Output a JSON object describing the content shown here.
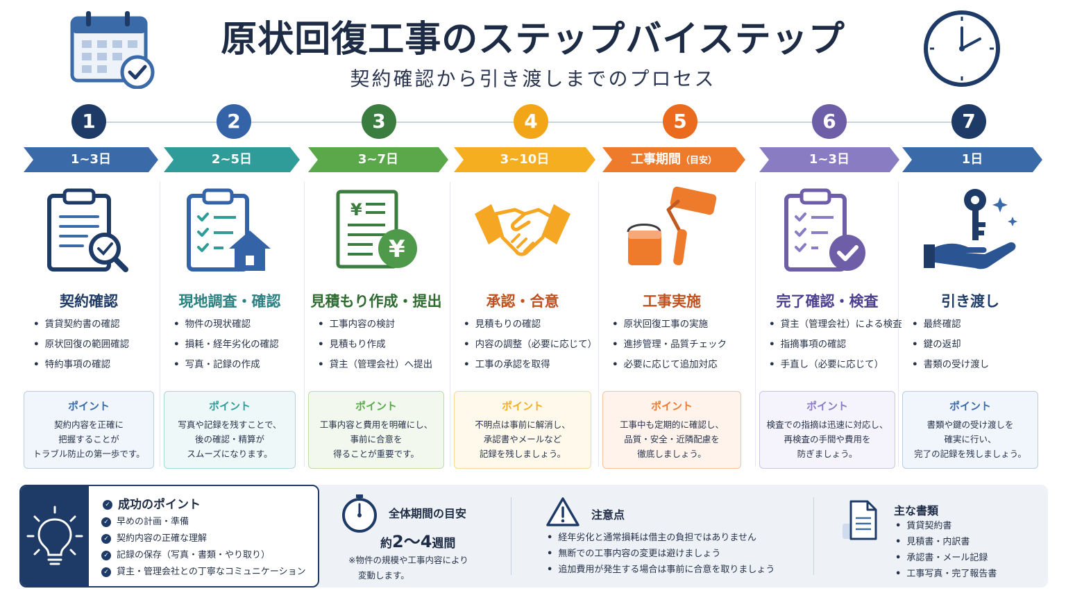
{
  "header": {
    "title": "原状回復工事のステップバイステップ",
    "subtitle": "契約確認から引き渡しまでのプロセス",
    "left_icon": "calendar-check-icon",
    "right_icon": "clock-icon"
  },
  "steps": [
    {
      "number": "1",
      "duration": "1~3日",
      "duration_note": "",
      "title": "契約確認",
      "color": "#1e3a66",
      "chevron": "#3a6aa8",
      "title_color": "#1e3a66",
      "icon": "clipboard-magnifier-icon",
      "items": [
        "賃貸契約書の確認",
        "原状回復の範囲確認",
        "特約事項の確認"
      ],
      "point_label": "ポイント",
      "point_lines": [
        "契約内容を正確に",
        "把握することが",
        "トラブル防止の第一歩です。"
      ],
      "point_bg": "#f1f6fc",
      "point_border": "#b9cde6"
    },
    {
      "number": "2",
      "duration": "2~5日",
      "duration_note": "",
      "title": "現地調査・確認",
      "color": "#3563a8",
      "chevron": "#2f9c9a",
      "title_color": "#2a7f80",
      "icon": "checklist-house-icon",
      "items": [
        "物件の現状確認",
        "損耗・経年劣化の確認",
        "写真・記録の作成"
      ],
      "point_label": "ポイント",
      "point_lines": [
        "写真や記録を残すことで、",
        "後の確認・精算が",
        "スムーズになります。"
      ],
      "point_bg": "#eef8f8",
      "point_border": "#a9d8d6"
    },
    {
      "number": "3",
      "duration": "3~7日",
      "duration_note": "",
      "title": "見積もり作成・提出",
      "color": "#3b7d3e",
      "chevron": "#5aa84a",
      "title_color": "#2f6b30",
      "icon": "estimate-yen-icon",
      "items": [
        "工事内容の検討",
        "見積もり作成",
        "貸主（管理会社）へ提出"
      ],
      "point_label": "ポイント",
      "point_lines": [
        "工事内容と費用を明確にし、",
        "事前に合意を",
        "得ることが重要です。"
      ],
      "point_bg": "#f2f8ee",
      "point_border": "#bcdcac"
    },
    {
      "number": "4",
      "duration": "3~10日",
      "duration_note": "",
      "title": "承認・合意",
      "color": "#f2a516",
      "chevron": "#f5ae1f",
      "title_color": "#c0501e",
      "icon": "handshake-icon",
      "items": [
        "見積もりの確認",
        "内容の調整（必要に応じて）",
        "工事の承認を取得"
      ],
      "point_label": "ポイント",
      "point_lines": [
        "不明点は事前に解消し、",
        "承認書やメールなど",
        "記録を残しましょう。"
      ],
      "point_bg": "#fff9ec",
      "point_border": "#f5d99a"
    },
    {
      "number": "5",
      "duration": "工事期間",
      "duration_note": "（目安）",
      "title": "工事実施",
      "color": "#ea6a1e",
      "chevron": "#ee7a2c",
      "title_color": "#c0501e",
      "icon": "paint-roller-bucket-icon",
      "items": [
        "原状回復工事の実施",
        "進捗管理・品質チェック",
        "必要に応じて追加対応"
      ],
      "point_label": "ポイント",
      "point_lines": [
        "工事中も定期的に確認し、",
        "品質・安全・近隣配慮を",
        "徹底しましょう。"
      ],
      "point_bg": "#fff3ec",
      "point_border": "#f4c3a3"
    },
    {
      "number": "6",
      "duration": "1~3日",
      "duration_note": "",
      "title": "完了確認・検査",
      "color": "#6e5ea8",
      "chevron": "#8a7cc3",
      "title_color": "#4d3f8f",
      "icon": "checklist-badge-icon",
      "items": [
        "貸主（管理会社）による検査",
        "指摘事項の確認",
        "手直し（必要に応じて）"
      ],
      "point_label": "ポイント",
      "point_lines": [
        "検査での指摘は迅速に対応し、",
        "再検査の手間や費用を",
        "防ぎましょう。"
      ],
      "point_bg": "#f5f3fb",
      "point_border": "#cbc3e6"
    },
    {
      "number": "7",
      "duration": "1日",
      "duration_note": "",
      "title": "引き渡し",
      "color": "#1e3a66",
      "chevron": "#3a6aa8",
      "title_color": "#1e3a66",
      "icon": "hand-key-icon",
      "items": [
        "最終確認",
        "鍵の返却",
        "書類の受け渡し"
      ],
      "point_label": "ポイント",
      "point_lines": [
        "書類や鍵の受け渡しを",
        "確実に行い、",
        "完了の記録を残しましょう。"
      ],
      "point_bg": "#f1f6fc",
      "point_border": "#b9cde6"
    }
  ],
  "success": {
    "title": "成功のポイント",
    "items": [
      "早めの計画・準備",
      "契約内容の正確な理解",
      "記録の保存（写真・書類・やり取り）",
      "貸主・管理会社との丁寧なコミュニケーション"
    ]
  },
  "period": {
    "title": "全体期間の目安",
    "prefix": "約",
    "value": "2～4",
    "unit": "週間",
    "note1": "※物件の規模や工事内容により",
    "note2": "変動します。"
  },
  "caution": {
    "title": "注意点",
    "items": [
      "経年劣化と通常損耗は借主の負担ではありません",
      "無断での工事内容の変更は避けましょう",
      "追加費用が発生する場合は事前に合意を取りましょう"
    ]
  },
  "documents": {
    "title": "主な書類",
    "items": [
      "賃貸契約書",
      "見積書・内訳書",
      "承認書・メール記録",
      "工事写真・完了報告書"
    ]
  }
}
